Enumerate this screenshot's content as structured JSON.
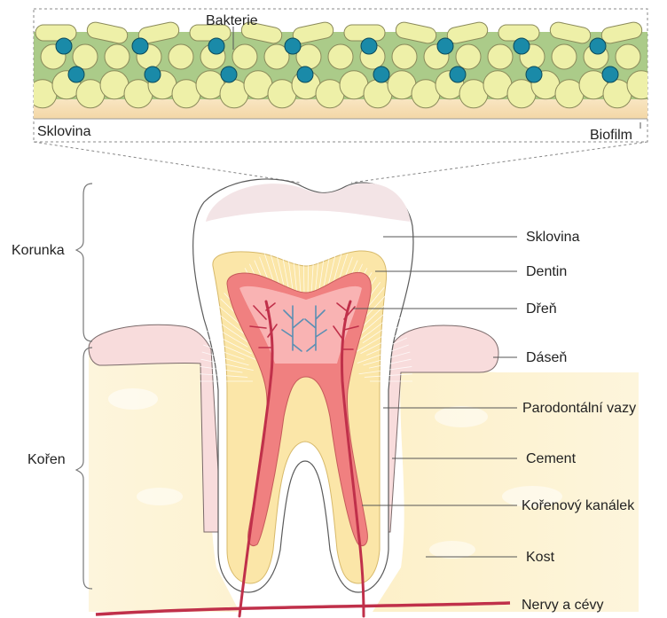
{
  "inset": {
    "bacteria_label": "Bakterie",
    "enamel_label": "Sklovina",
    "biofilm_label": "Biofilm"
  },
  "regions": {
    "crown_label": "Korunka",
    "root_label": "Kořen"
  },
  "labels": {
    "enamel": "Sklovina",
    "dentin": "Dentin",
    "pulp": "Dřeň",
    "gum": "Dáseň",
    "periodontal_ligament": "Parodontální vazy",
    "cement": "Cement",
    "root_canal": "Kořenový kanálek",
    "bone": "Kost",
    "nerves_vessels": "Nervy a cévy"
  },
  "colors": {
    "enamel": "#ffffff",
    "enamel_top": "#f3e4e6",
    "dentin": "#fbe6a8",
    "pulp": "#f08080",
    "pulp_inner": "#f9b3b3",
    "gum": "#f8dcdc",
    "bone": "#fdf3d3",
    "vessel_red": "#c0304a",
    "vessel_blue": "#5b8fb3",
    "bacteria_yellow": "#eef0a8",
    "bacteria_blue": "#1a8aa8",
    "biofilm_green": "#8fb86a",
    "enamel_band": "#f7ddb0"
  }
}
